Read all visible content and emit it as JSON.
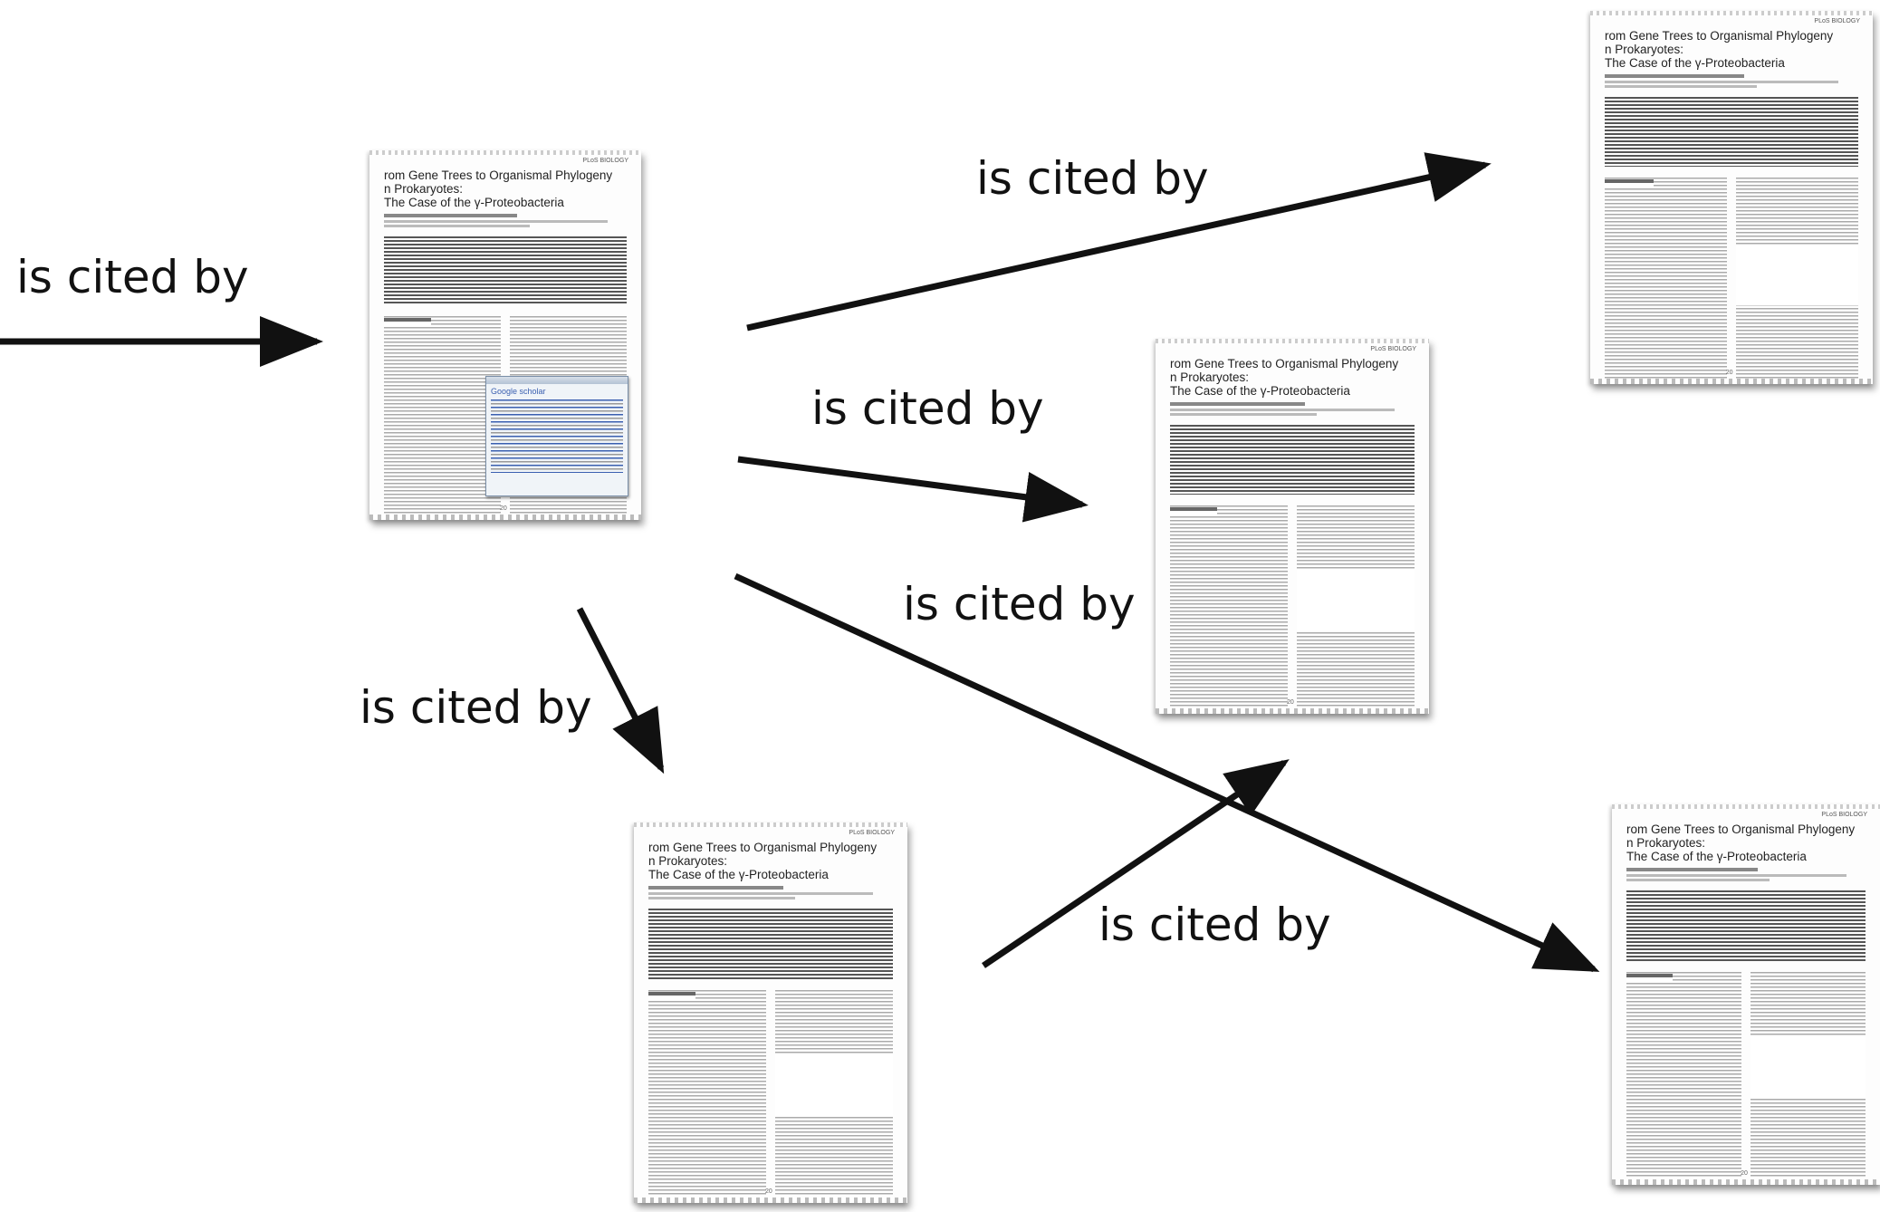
{
  "edge_label": "is cited by",
  "paper_title": "rom Gene Trees to Organismal Phylogeny\nn Prokaryotes:\nThe Case of the γ-Proteobacteria",
  "paper_journal": "PLoS BIOLOGY",
  "paper_page_number": "20",
  "central_paper_inset": {
    "search_engine_logo": "Google scholar"
  },
  "edge_labels": [
    "is cited by",
    "is cited by",
    "is cited by",
    "is cited by",
    "is cited by",
    "is cited by"
  ],
  "colors": {
    "arrow": "#111111",
    "text": "#111111",
    "scholar_link": "#3a5fb0"
  }
}
